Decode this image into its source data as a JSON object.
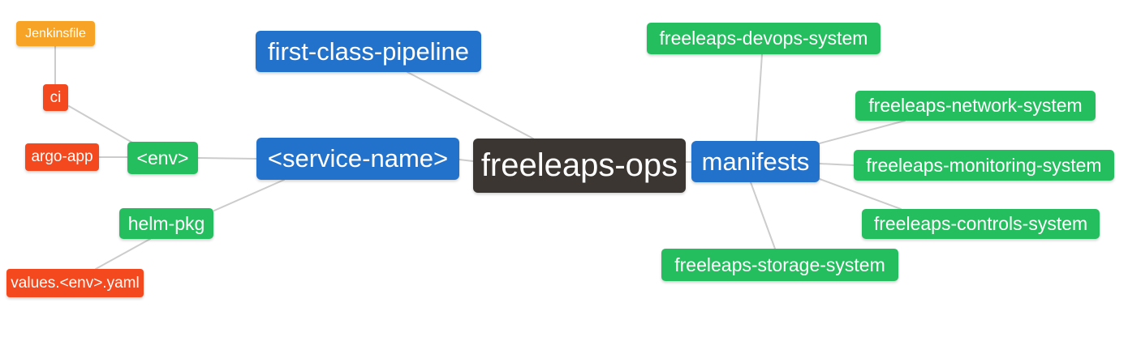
{
  "app": {
    "title": "freeleaps-ops repository structure mind map"
  },
  "palette": {
    "root_bg": "#3b3632",
    "level1_bg": "#2272cb",
    "level2_bg": "#25be5f",
    "level3_bg": "#f4491e",
    "level4_bg": "#f7a426",
    "text_color": "#ffffff",
    "edge_color": "#cccccc",
    "background": "#ffffff"
  },
  "nodes": [
    {
      "id": "freeleaps-ops",
      "label": "freeleaps-ops",
      "level": "root"
    },
    {
      "id": "first-class-pipeline",
      "label": "first-class-pipeline",
      "level": 1
    },
    {
      "id": "service-name",
      "label": "<service-name>",
      "level": 1
    },
    {
      "id": "manifests",
      "label": "manifests",
      "level": 1
    },
    {
      "id": "env",
      "label": "<env>",
      "level": 2
    },
    {
      "id": "helm-pkg",
      "label": "helm-pkg",
      "level": 2
    },
    {
      "id": "argo-app",
      "label": "argo-app",
      "level": 3
    },
    {
      "id": "ci",
      "label": "ci",
      "level": 3
    },
    {
      "id": "jenkinsfile",
      "label": "Jenkinsfile",
      "level": 4
    },
    {
      "id": "values-env-yaml",
      "label": "values.<env>.yaml",
      "level": 3
    },
    {
      "id": "devops-system",
      "label": "freeleaps-devops-system",
      "level": 2
    },
    {
      "id": "network-system",
      "label": "freeleaps-network-system",
      "level": 2
    },
    {
      "id": "monitoring-system",
      "label": "freeleaps-monitoring-system",
      "level": 2
    },
    {
      "id": "controls-system",
      "label": "freeleaps-controls-system",
      "level": 2
    },
    {
      "id": "storage-system",
      "label": "freeleaps-storage-system",
      "level": 2
    }
  ],
  "edges": [
    {
      "from": "Jenkinsfile",
      "to": "ci"
    },
    {
      "from": "ci",
      "to": "<env>"
    },
    {
      "from": "argo-app",
      "to": "<env>"
    },
    {
      "from": "<env>",
      "to": "<service-name>"
    },
    {
      "from": "helm-pkg",
      "to": "<service-name>"
    },
    {
      "from": "values.<env>.yaml",
      "to": "helm-pkg"
    },
    {
      "from": "first-class-pipeline",
      "to": "freeleaps-ops"
    },
    {
      "from": "<service-name>",
      "to": "freeleaps-ops"
    },
    {
      "from": "freeleaps-ops",
      "to": "manifests"
    },
    {
      "from": "manifests",
      "to": "freeleaps-devops-system"
    },
    {
      "from": "manifests",
      "to": "freeleaps-network-system"
    },
    {
      "from": "manifests",
      "to": "freeleaps-monitoring-system"
    },
    {
      "from": "manifests",
      "to": "freeleaps-controls-system"
    },
    {
      "from": "manifests",
      "to": "freeleaps-storage-system"
    }
  ]
}
